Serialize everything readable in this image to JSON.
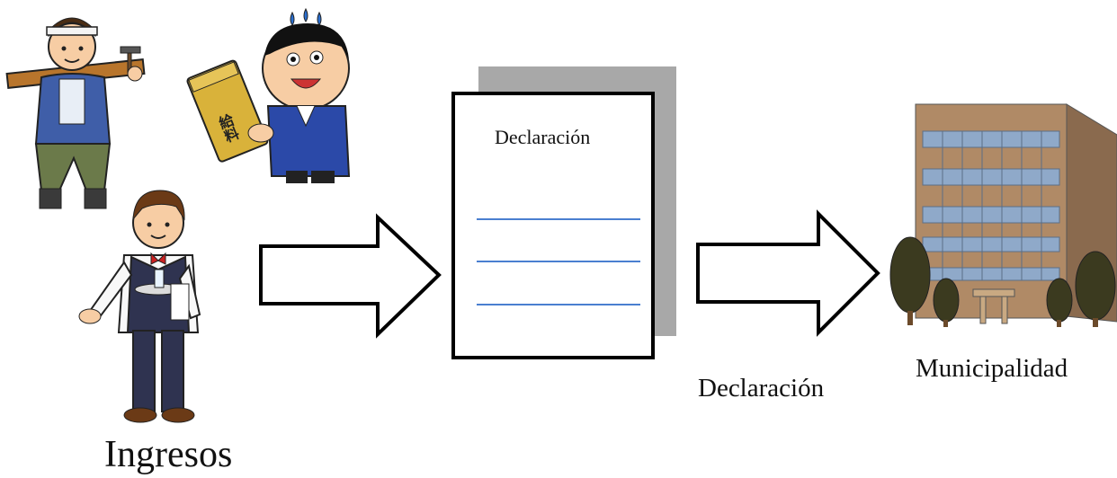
{
  "labels": {
    "income": "Ingresos",
    "document_title": "Declaración",
    "arrow_caption": "Declaración",
    "municipality": "Municipalidad"
  },
  "figures": {
    "carpenter": "carpenter-figure",
    "salaryman": "salaryman-with-pay-envelope-figure",
    "waiter": "waiter-figure",
    "building": "municipal-building"
  },
  "envelope_text": "給料",
  "colors": {
    "document_shadow": "#a8a8a8",
    "document_lines": "#4a7fd0",
    "arrow_stroke": "#000000",
    "building_wall": "#b08a66",
    "building_windows": "#8fa9c9",
    "tree": "#3b3a1f"
  }
}
